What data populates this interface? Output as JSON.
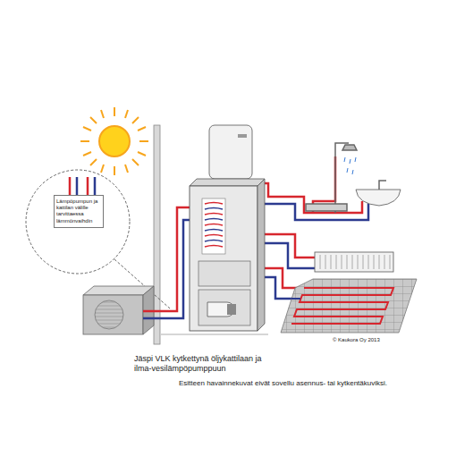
{
  "diagram": {
    "caption": "Jäspi VLK kytkettynä öljykattilaan ja ilma-vesilämpöpumppuun",
    "nodes": [
      {
        "text": [
          "Lämpöpumpun ja kattilan välille tarvittaessa lämmönvaihdin"
        ]
      }
    ],
    "labels": [
      "© Kaukora Oy 2013",
      "Esitteen havainnekuvat eivät sovellu asennus- tai kytkentäkuviksi."
    ]
  }
}
